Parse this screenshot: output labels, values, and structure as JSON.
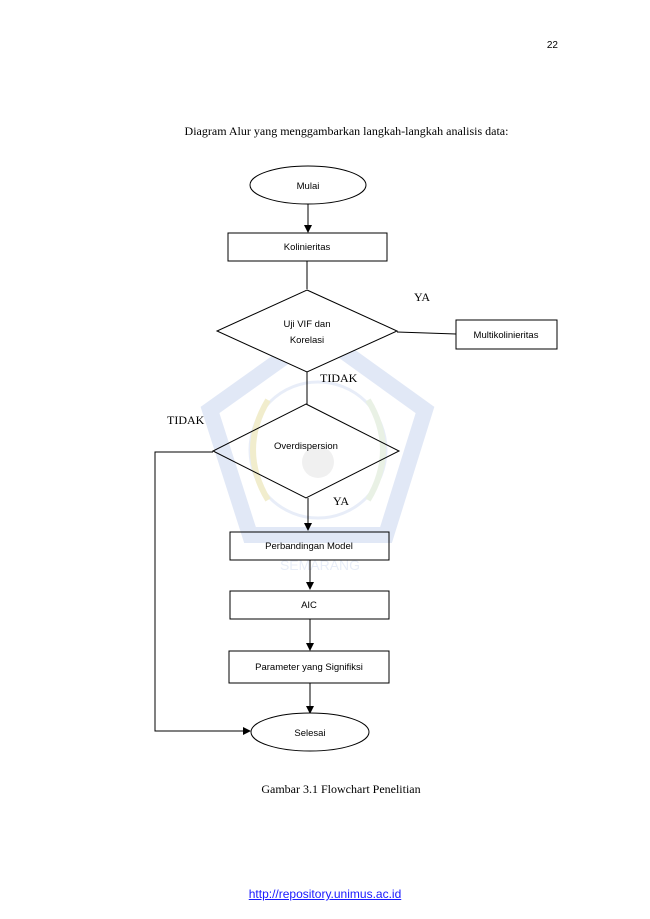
{
  "page": {
    "number": "22",
    "intro_text": "Diagram Alur yang menggambarkan langkah-langkah analisis data:",
    "caption": "Gambar 3.1 Flowchart Penelitian",
    "footer_link": "http://repository.unimus.ac.id"
  },
  "flowchart": {
    "start": "Mulai",
    "step_collinearity": "Kolinieritas",
    "decision_vif_line1": "Uji VIF dan",
    "decision_vif_line2": "Korelasi",
    "result_multicollinearity": "Multikolinieritas",
    "decision_overdispersion": "Overdispersion",
    "step_model_comparison": "Perbandingan Model",
    "step_aic": "AIC",
    "step_parameters": "Parameter yang Signifiksi",
    "end": "Selesai",
    "label_ya_vif": "YA",
    "label_tidak_vif": "TIDAK",
    "label_tidak_overdispersion": "TIDAK",
    "label_ya_overdispersion": "YA"
  },
  "watermark": {
    "color": "#c9d6f0",
    "accent": "#e6dfa6",
    "icon": "university-seal"
  }
}
